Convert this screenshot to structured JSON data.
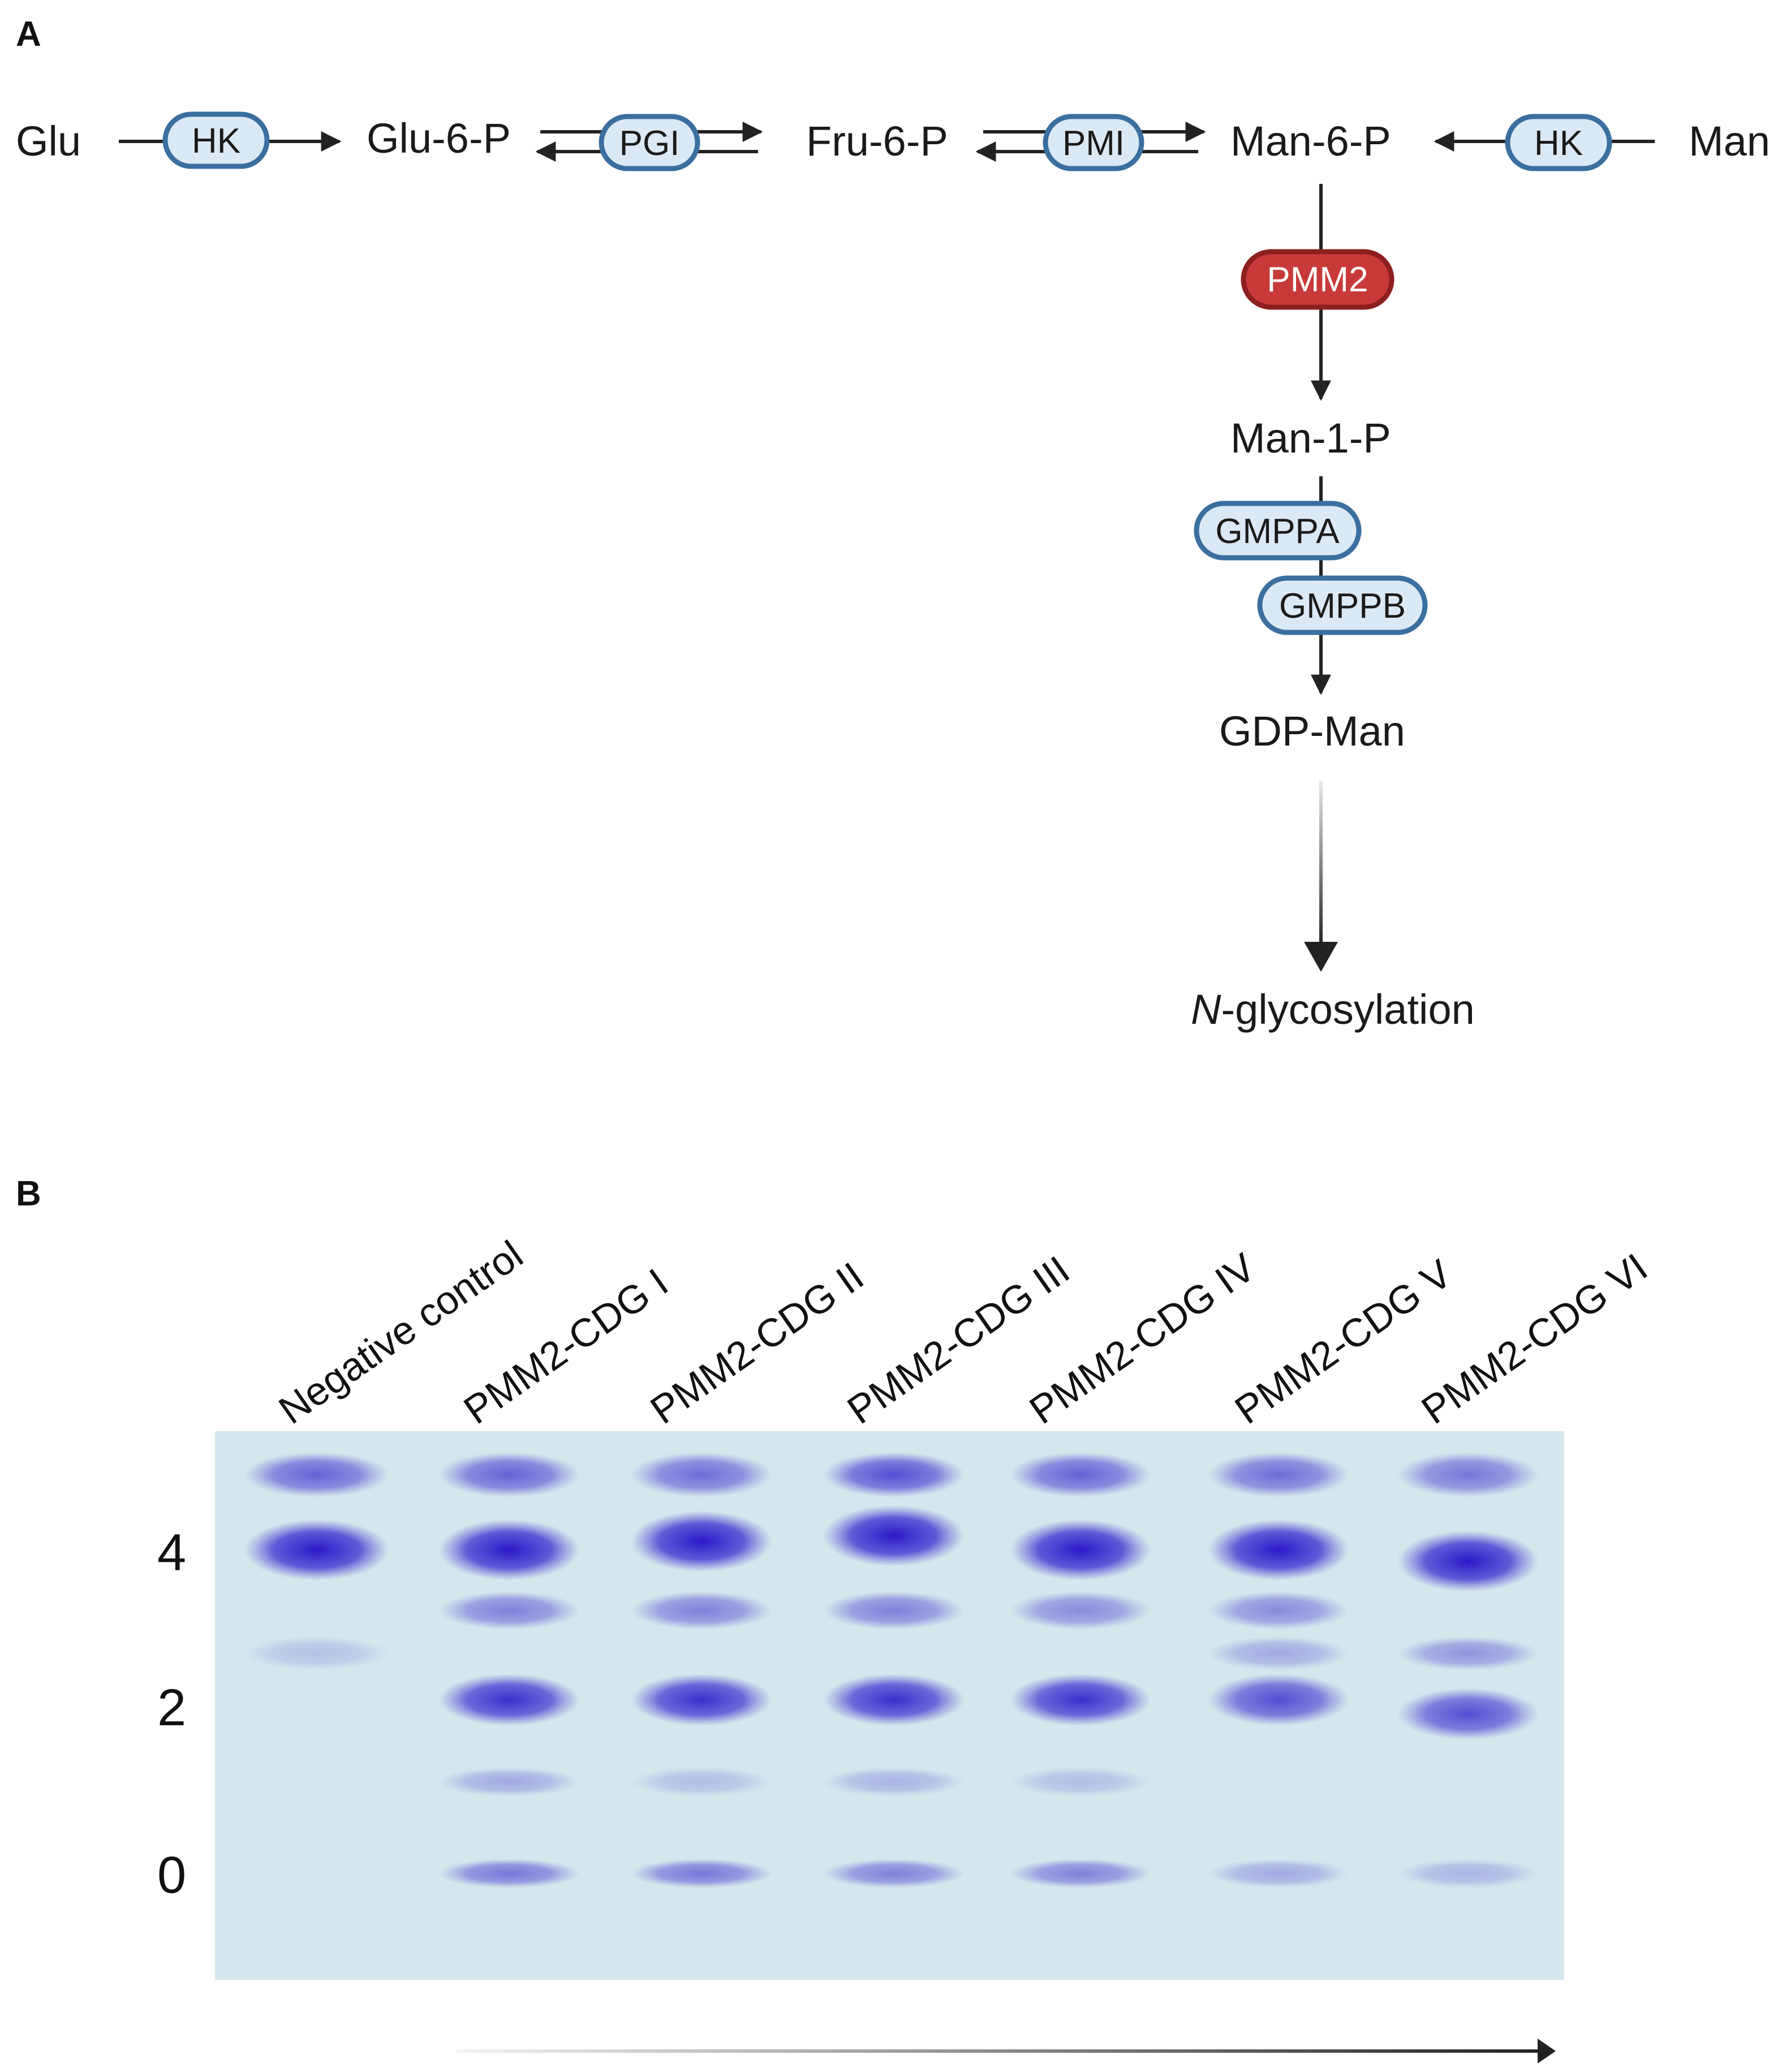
{
  "panels": {
    "a": "A",
    "b": "B"
  },
  "pathway": {
    "metabolites": {
      "glu": "Glu",
      "glu6p": "Glu-6-P",
      "fru6p": "Fru-6-P",
      "man6p": "Man-6-P",
      "man": "Man",
      "man1p": "Man-1-P",
      "gdpman": "GDP-Man",
      "nglyco_prefix": "N",
      "nglyco_rest": "-glycosylation"
    },
    "enzymes": {
      "hk_left": "HK",
      "pgi": "PGI",
      "pmi": "PMI",
      "hk_right": "HK",
      "pmm2": "PMM2",
      "gmppa": "GMPPA",
      "gmppb": "GMPPB"
    },
    "colors": {
      "enzyme_fill": "#dbe9f6",
      "enzyme_stroke": "#3a6f9f",
      "pmm2_fill": "#c83a3a",
      "pmm2_stroke": "#8e1f1f",
      "arrow": "#222222"
    }
  },
  "gel": {
    "lanes": [
      {
        "label": "Negative control"
      },
      {
        "label": "PMM2-CDG I"
      },
      {
        "label": "PMM2-CDG II"
      },
      {
        "label": "PMM2-CDG III"
      },
      {
        "label": "PMM2-CDG IV"
      },
      {
        "label": "PMM2-CDG V"
      },
      {
        "label": "PMM2-CDG VI"
      }
    ],
    "scale_labels": [
      "4",
      "2",
      "0"
    ],
    "colors": {
      "background": "#d6e6ec",
      "band": "#2a18c8"
    }
  }
}
